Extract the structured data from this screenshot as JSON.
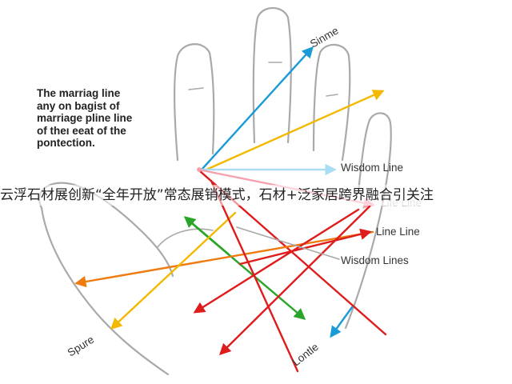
{
  "note_lines": [
    "The marriag line",
    "any on bagist of",
    "marriage pline line",
    "of theı eeat of the",
    "pontection."
  ],
  "banner_text": "云浮石材展创新“全年开放”常态展销模式，石材+泛家居跨界融合引关注",
  "labels": {
    "top": "Sinme",
    "wisdom": "Wisdom Line",
    "life": "Life Line",
    "line_line": "Line Line",
    "wisdom_lines": "Wisdom Lines",
    "spline": "Spure",
    "lontle": "Lontle"
  },
  "colors": {
    "outline": "#a9a9a9",
    "blue": "#1a9ad6",
    "yellow": "#f2b900",
    "light_blue": "#a9ddf3",
    "red": "#df1c1c",
    "orange": "#ee7a10",
    "green": "#2aa52a",
    "pink": "#f3a1ad"
  }
}
